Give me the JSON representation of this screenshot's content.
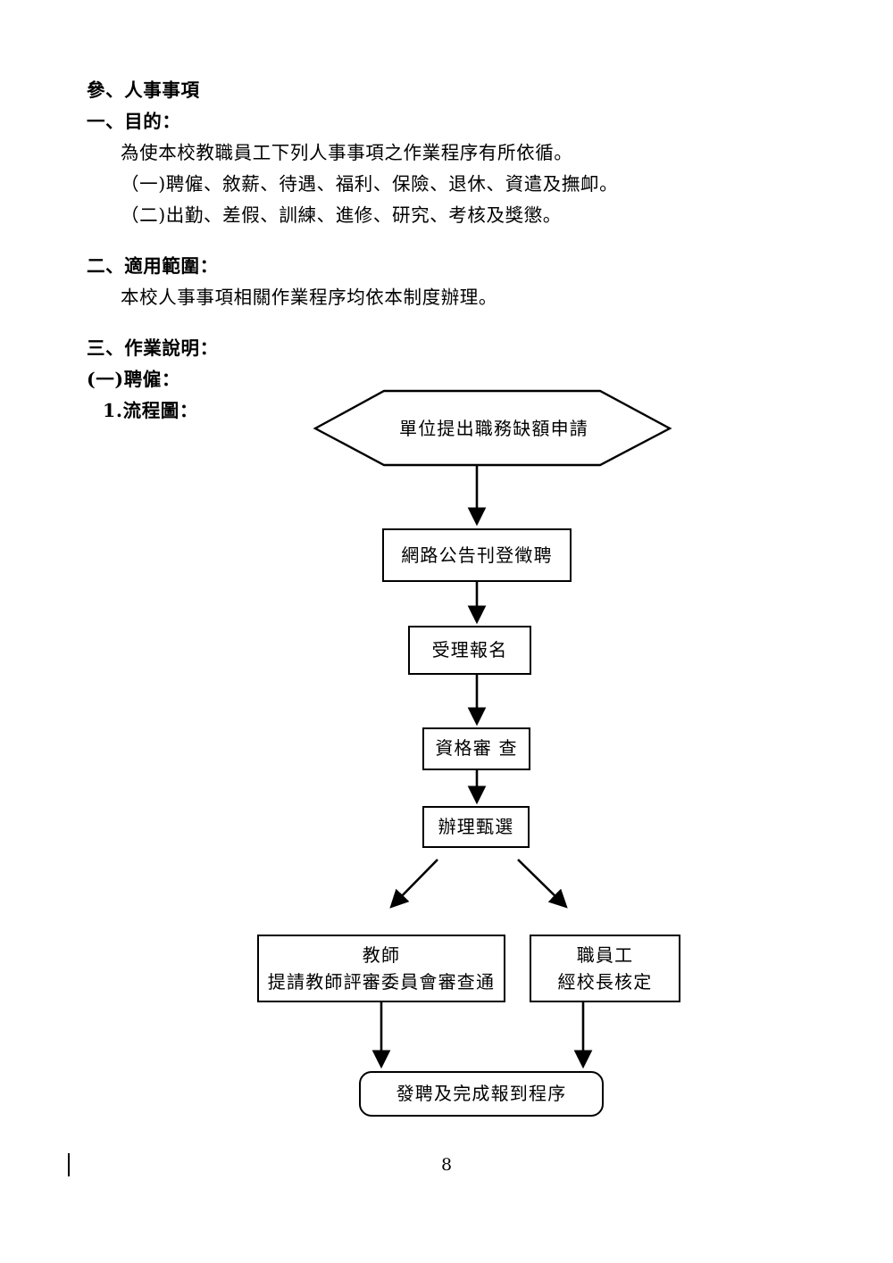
{
  "document": {
    "page_number": "8",
    "heading": "參、人事事項",
    "sections": [
      {
        "title": "一、目的：",
        "lines": [
          "為使本校教職員工下列人事事項之作業程序有所依循。",
          "（一)聘僱、敘薪、待遇、福利、保險、退休、資遣及撫卹。",
          "（二)出勤、差假、訓練、進修、研究、考核及獎懲。"
        ]
      },
      {
        "title": "二、適用範圍：",
        "lines": [
          "本校人事事項相關作業程序均依本制度辦理。"
        ]
      },
      {
        "title": "三、作業說明：",
        "lines": [],
        "sub_title": "(一)聘僱：",
        "sub_item": "1.流程圖："
      }
    ]
  },
  "flowchart": {
    "type": "flowchart",
    "nodes": [
      {
        "id": "request",
        "shape": "hexagon",
        "label": "單位提出職務缺額申請"
      },
      {
        "id": "posting",
        "shape": "rect",
        "label": "網路公告刊登徵聘"
      },
      {
        "id": "apply",
        "shape": "rect",
        "label": "受理報名"
      },
      {
        "id": "qualify",
        "shape": "rect",
        "label": "資格審 查"
      },
      {
        "id": "select",
        "shape": "rect",
        "label": "辦理甄選"
      },
      {
        "id": "teacher",
        "shape": "rect",
        "label": "教師\n提請教師評審委員會審查通"
      },
      {
        "id": "staff",
        "shape": "rect",
        "label": "職員工\n經校長核定"
      },
      {
        "id": "final",
        "shape": "rounded",
        "label": "發聘及完成報到程序"
      }
    ],
    "edges": [
      {
        "from": "request",
        "to": "posting",
        "style": "straight-down"
      },
      {
        "from": "posting",
        "to": "apply",
        "style": "straight-down"
      },
      {
        "from": "apply",
        "to": "qualify",
        "style": "straight-down"
      },
      {
        "from": "qualify",
        "to": "select",
        "style": "straight-down"
      },
      {
        "from": "select",
        "to": "teacher",
        "style": "diagonal-left"
      },
      {
        "from": "select",
        "to": "staff",
        "style": "diagonal-right"
      },
      {
        "from": "teacher",
        "to": "final",
        "style": "straight-down"
      },
      {
        "from": "staff",
        "to": "final",
        "style": "straight-down"
      }
    ],
    "line_color": "#000000"
  }
}
